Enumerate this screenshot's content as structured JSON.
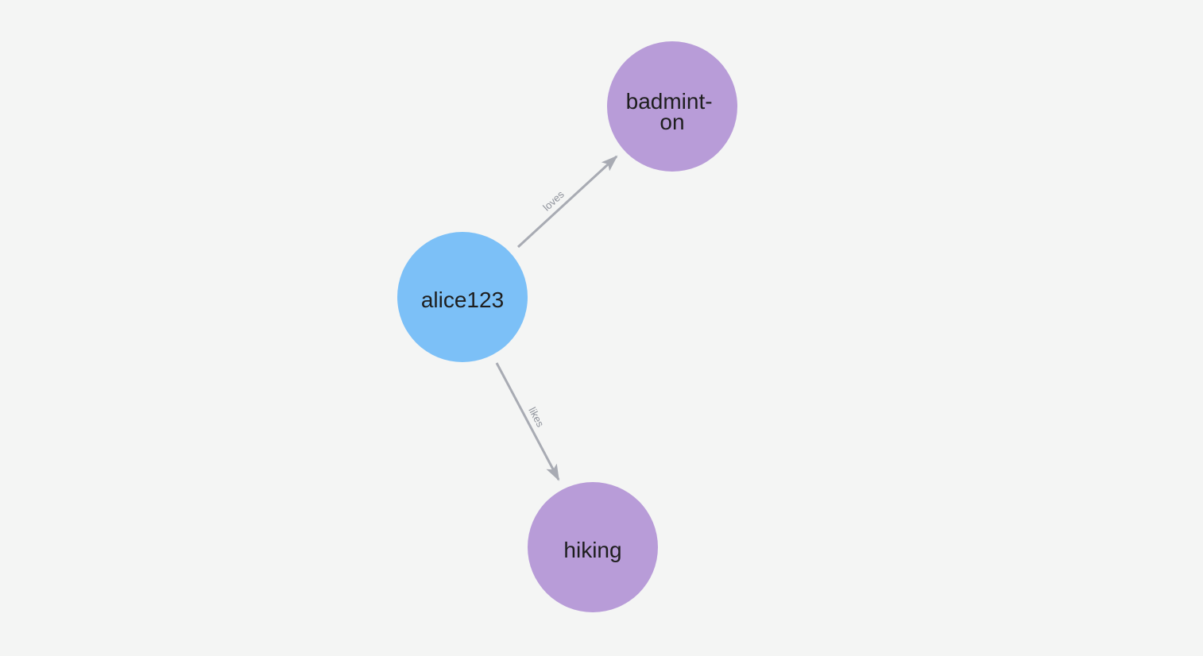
{
  "colors": {
    "background": "#f4f5f4",
    "node_user": "#7cc0f7",
    "node_topic": "#b89cd8",
    "node_label": "#1e1e1e",
    "edge": "#a8abb3",
    "edge_label": "#8e929b"
  },
  "graph": {
    "nodes": [
      {
        "id": "alice123",
        "label": "alice123",
        "label_lines": [
          "alice123"
        ],
        "color": "#7cc0f7"
      },
      {
        "id": "badminton",
        "label": "badminton",
        "label_lines": [
          "badmint-",
          "on"
        ],
        "color": "#b89cd8"
      },
      {
        "id": "hiking",
        "label": "hiking",
        "label_lines": [
          "hiking"
        ],
        "color": "#b89cd8"
      }
    ],
    "edges": [
      {
        "label": "loves",
        "from": "alice123",
        "to": "badminton"
      },
      {
        "label": "likes",
        "from": "alice123",
        "to": "hiking"
      }
    ]
  }
}
